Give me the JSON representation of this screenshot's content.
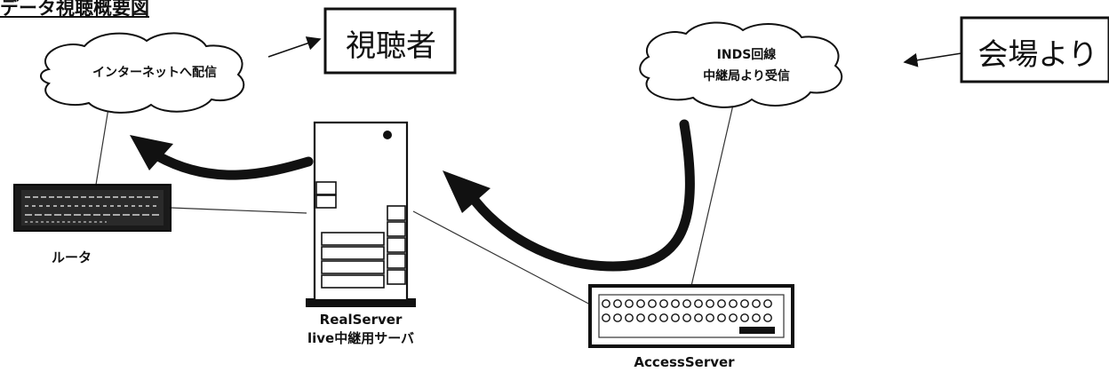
{
  "title": "データ視聴概要図",
  "clouds": {
    "internet": "インターネットへ配信",
    "isdn_line1": "INDS回線",
    "isdn_line2": "中継局より受信"
  },
  "boxes": {
    "viewer": "視聴者",
    "venue": "会場より"
  },
  "devices": {
    "router": "ルータ",
    "realserver_line1": "RealServer",
    "realserver_line2": "live中継用サーバ",
    "accessserver": "AccessServer"
  }
}
